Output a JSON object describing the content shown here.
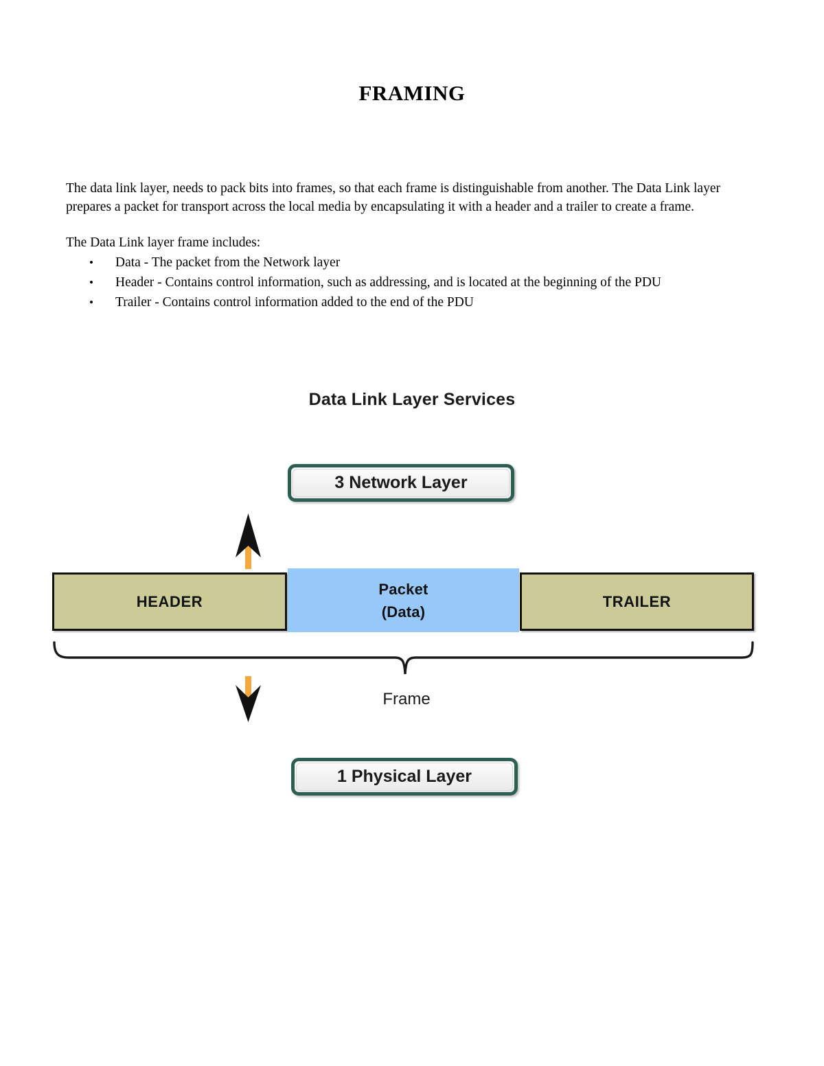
{
  "document": {
    "title": "FRAMING",
    "paragraphs": [
      "The data link layer,  needs to pack bits into frames, so that each frame is distinguishable from another. The Data Link layer prepares a packet for transport across the local media by encapsulating it with a header and a trailer to create a frame.",
      "The Data Link layer frame includes:"
    ],
    "bullet_marker": "•",
    "bullets": [
      "Data - The packet from the Network layer",
      "Header - Contains control information, such as addressing, and is located at the beginning of the PDU",
      "Trailer - Contains control information added to the end of the PDU"
    ]
  },
  "diagram": {
    "title": "Data Link Layer Services",
    "network_layer_box": "3 Network Layer",
    "physical_layer_box": "1 Physical Layer",
    "frame": {
      "header_label": "HEADER",
      "packet_label_line1": "Packet",
      "packet_label_line2": "(Data)",
      "trailer_label": "TRAILER",
      "brace_label": "Frame"
    },
    "arrows": {
      "up_arrow": "arrow-up-to-network-layer",
      "down_arrow": "arrow-down-to-physical-layer"
    },
    "colors": {
      "header_trailer_fill": "#cccb97",
      "packet_fill": "#96c8fa",
      "layer_box_border": "#2c5f52",
      "arrow_shaft": "#f5a93c",
      "arrow_head": "#111111",
      "outline": "#111111"
    }
  }
}
